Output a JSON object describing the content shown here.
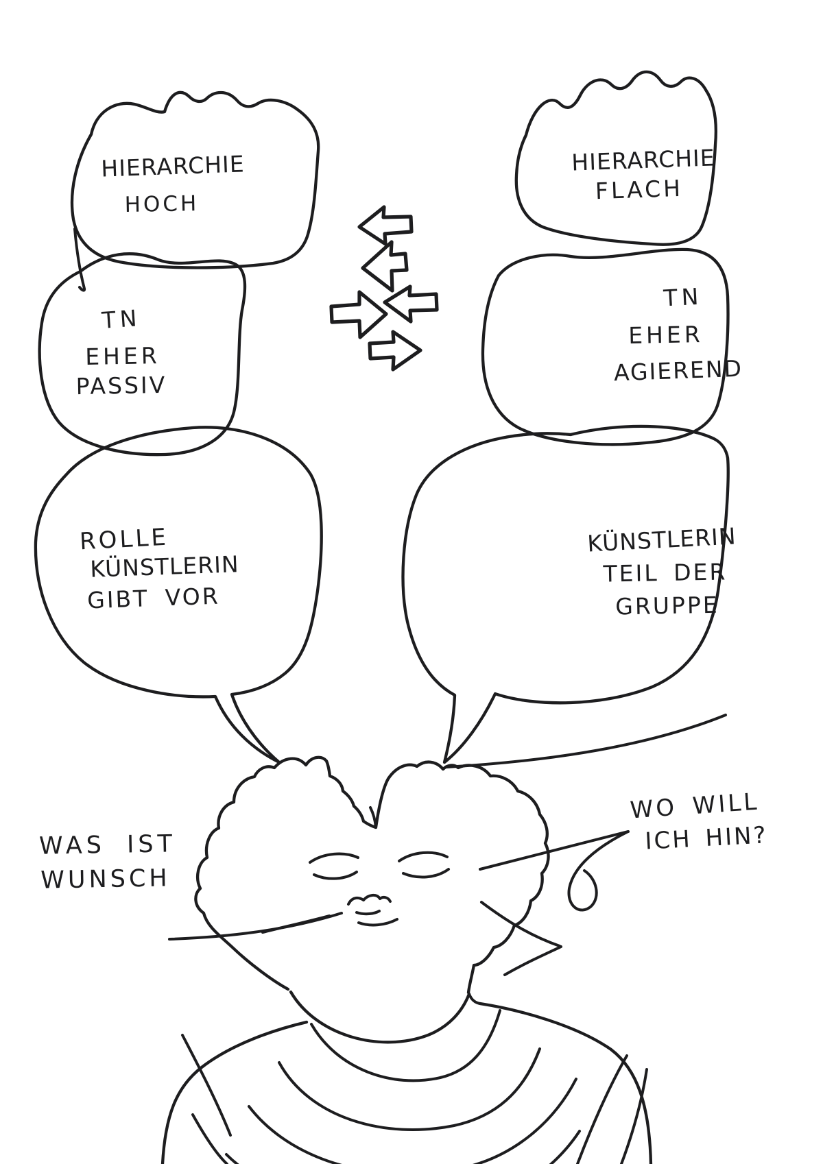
{
  "colors": {
    "ink": "#1d1d1f",
    "paper": "#ffffff"
  },
  "bubbles": {
    "left": [
      {
        "lines": [
          "HIERARCHIE",
          "HOCH"
        ]
      },
      {
        "lines": [
          "TN",
          "EHER",
          "PASSIV"
        ]
      },
      {
        "lines": [
          "ROLLE",
          "KÜNSTLERIN",
          "GIBT VOR"
        ]
      }
    ],
    "right": [
      {
        "lines": [
          "HIERARCHIE",
          "FLACH"
        ]
      },
      {
        "lines": [
          "TN",
          "EHER",
          "AGIEREND"
        ]
      },
      {
        "lines": [
          "KÜNSTLERIN",
          "TEIL DER",
          "GRUPPE"
        ]
      }
    ]
  },
  "captions": {
    "left": {
      "lines": [
        "WAS IST",
        "WUNSCH"
      ]
    },
    "right": {
      "lines": [
        "WO WILL",
        "ICH HIN?"
      ]
    }
  },
  "arrows": {
    "directions": [
      "left",
      "left",
      "right",
      "left",
      "right"
    ]
  }
}
